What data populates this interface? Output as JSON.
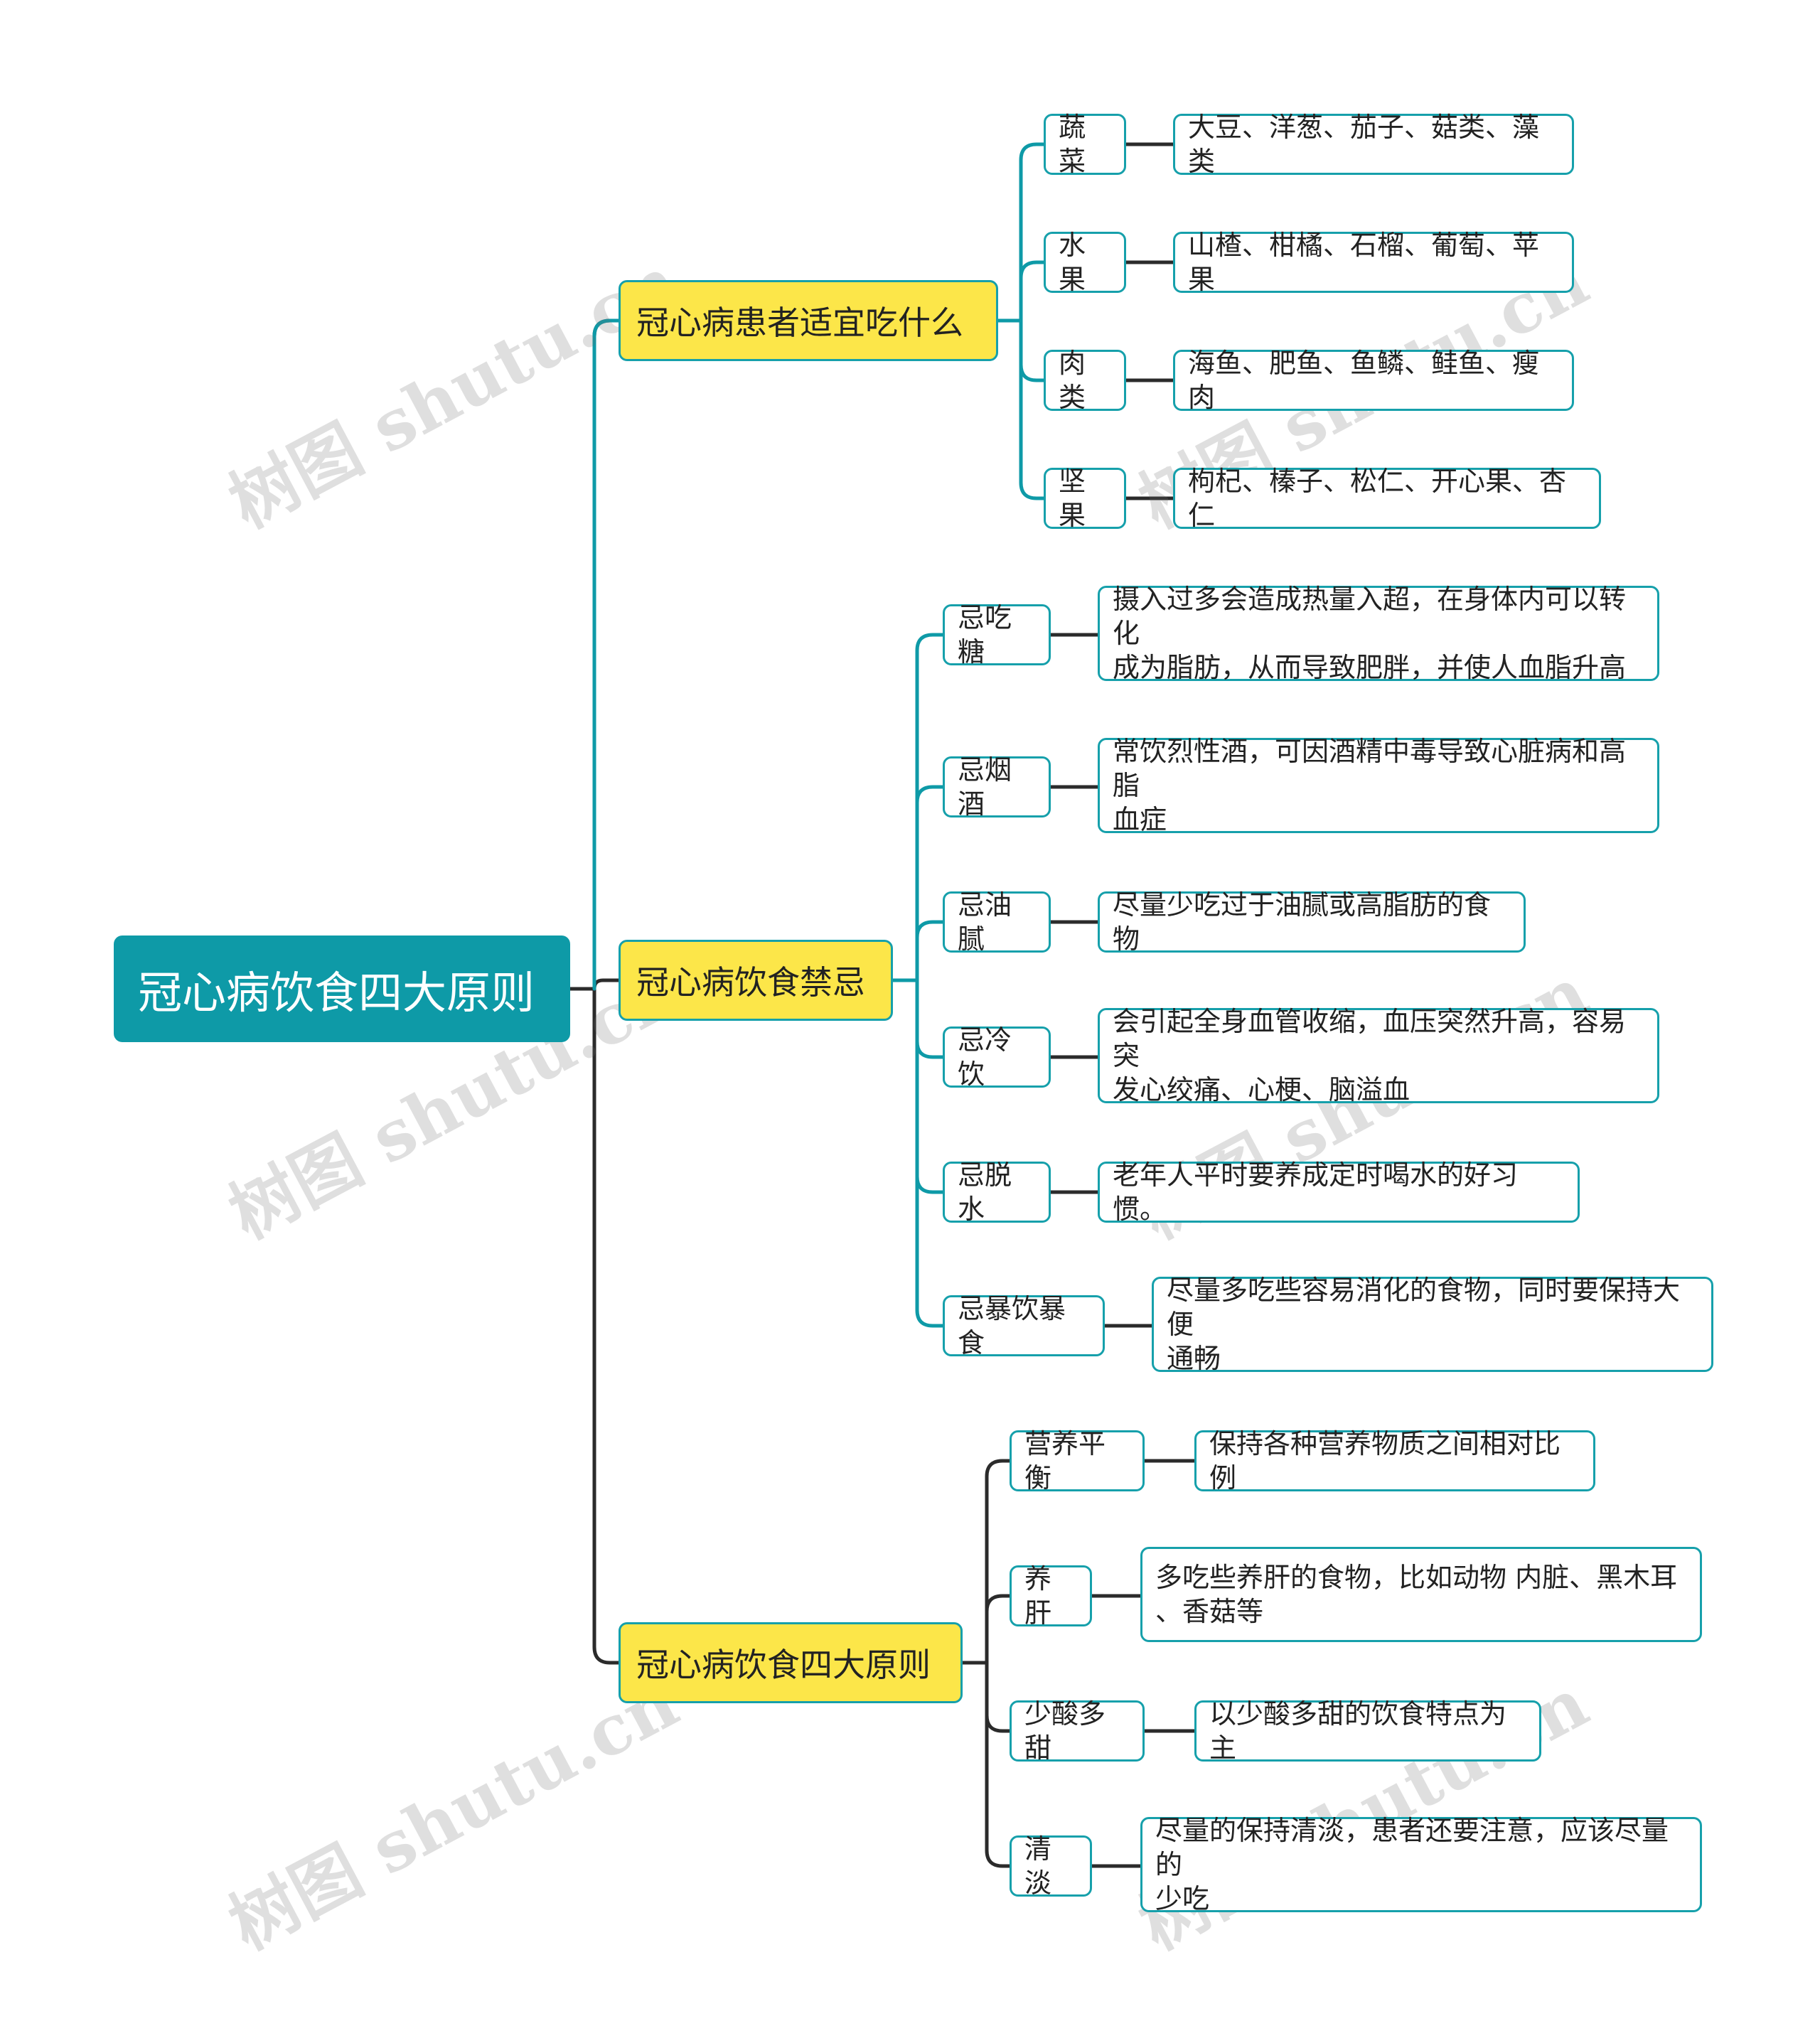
{
  "root": "冠心病饮食四大原则",
  "colors": {
    "teal": "#0e9aa7",
    "yellow": "#fce649",
    "dark_line": "#2b2b2b"
  },
  "branches": [
    {
      "label": "冠心病患者适宜吃什么",
      "children": [
        {
          "label": "蔬菜",
          "detail": "大豆、洋葱、茄子、菇类、藻类"
        },
        {
          "label": "水果",
          "detail": "山楂、柑橘、石榴、葡萄、苹果"
        },
        {
          "label": "肉类",
          "detail": "海鱼、肥鱼、鱼鳞、鲑鱼、瘦肉"
        },
        {
          "label": "坚果",
          "detail": "枸杞、榛子、松仁、开心果、杏仁"
        }
      ]
    },
    {
      "label": "冠心病饮食禁忌",
      "children": [
        {
          "label": "忌吃糖",
          "detail": "摄入过多会造成热量入超，在身体内可以转化\n成为脂肪，从而导致肥胖，并使人血脂升高"
        },
        {
          "label": "忌烟酒",
          "detail": "常饮烈性酒，可因酒精中毒导致心脏病和高脂\n血症"
        },
        {
          "label": "忌油腻",
          "detail": "尽量少吃过于油腻或高脂肪的食物"
        },
        {
          "label": "忌冷饮",
          "detail": "会引起全身血管收缩，血压突然升高，容易突\n发心绞痛、心梗、脑溢血"
        },
        {
          "label": "忌脱水",
          "detail": "老年人平时要养成定时喝水的好习惯。"
        },
        {
          "label": "忌暴饮暴食",
          "detail": "尽量多吃些容易消化的食物，同时要保持大便\n通畅"
        }
      ]
    },
    {
      "label": "冠心病饮食四大原则",
      "children": [
        {
          "label": "营养平衡",
          "detail": "保持各种营养物质之间相对比例"
        },
        {
          "label": "养肝",
          "detail": "多吃些养肝的食物，比如动物 内脏、黑木耳\n、香菇等"
        },
        {
          "label": "少酸多甜",
          "detail": "以少酸多甜的饮食特点为主"
        },
        {
          "label": "清淡",
          "detail": "尽量的保持清淡，患者还要注意，应该尽量的\n少吃"
        }
      ]
    }
  ],
  "watermark": "树图 shutu.cn"
}
